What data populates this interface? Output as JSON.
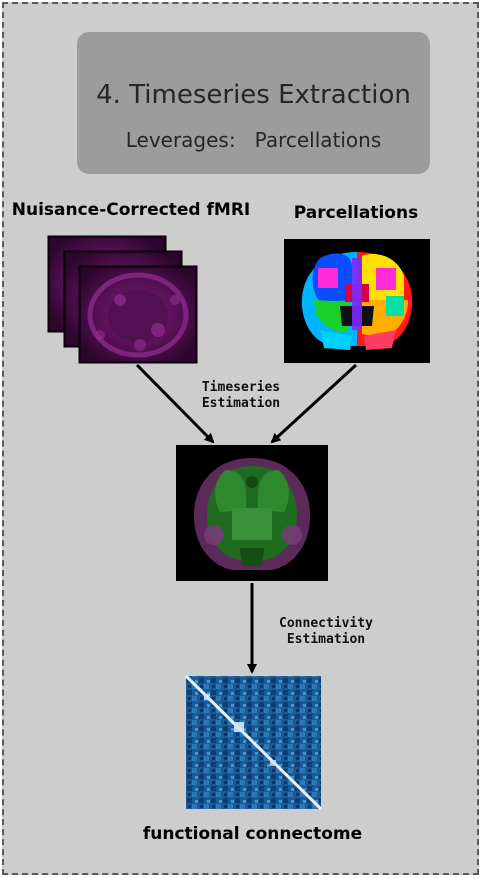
{
  "header": {
    "title": "4. Timeseries Extraction",
    "subtitle": "Leverages:   Parcellations"
  },
  "nodes": {
    "fmri": {
      "label": "Nuisance-Corrected fMRI"
    },
    "parcellations": {
      "label": "Parcellations"
    },
    "overlay": {
      "label": ""
    },
    "connectome": {
      "label": "functional connectome"
    }
  },
  "edges": {
    "timeseries": {
      "line1": "Timeseries",
      "line2": "Estimation"
    },
    "connectivity": {
      "line1": "Connectivity",
      "line2": "Estimation"
    }
  },
  "colors": {
    "panel": "#cdcdcd",
    "header": "#9c9c9c",
    "fmri": "#7a1f7a",
    "overlay_green": "#1f7a1f",
    "connectome_blue": "#2a6aa8"
  }
}
